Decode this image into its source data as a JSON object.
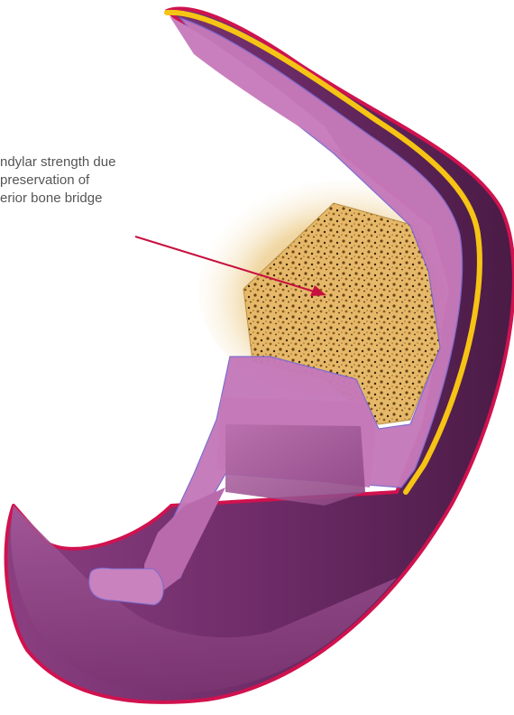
{
  "annotation": {
    "lines": [
      "ndylar strength due",
      "preservation of",
      "erior bone bridge"
    ]
  },
  "colors": {
    "implant_light": "#c579b9",
    "implant_mid": "#9a4e91",
    "implant_dark": "#5a2355",
    "outline_red": "#d0124f",
    "cement_yellow": "#f6c414",
    "bone_light": "#f4d99b",
    "bone_dark": "#7a4d1d",
    "text": "#555555"
  }
}
